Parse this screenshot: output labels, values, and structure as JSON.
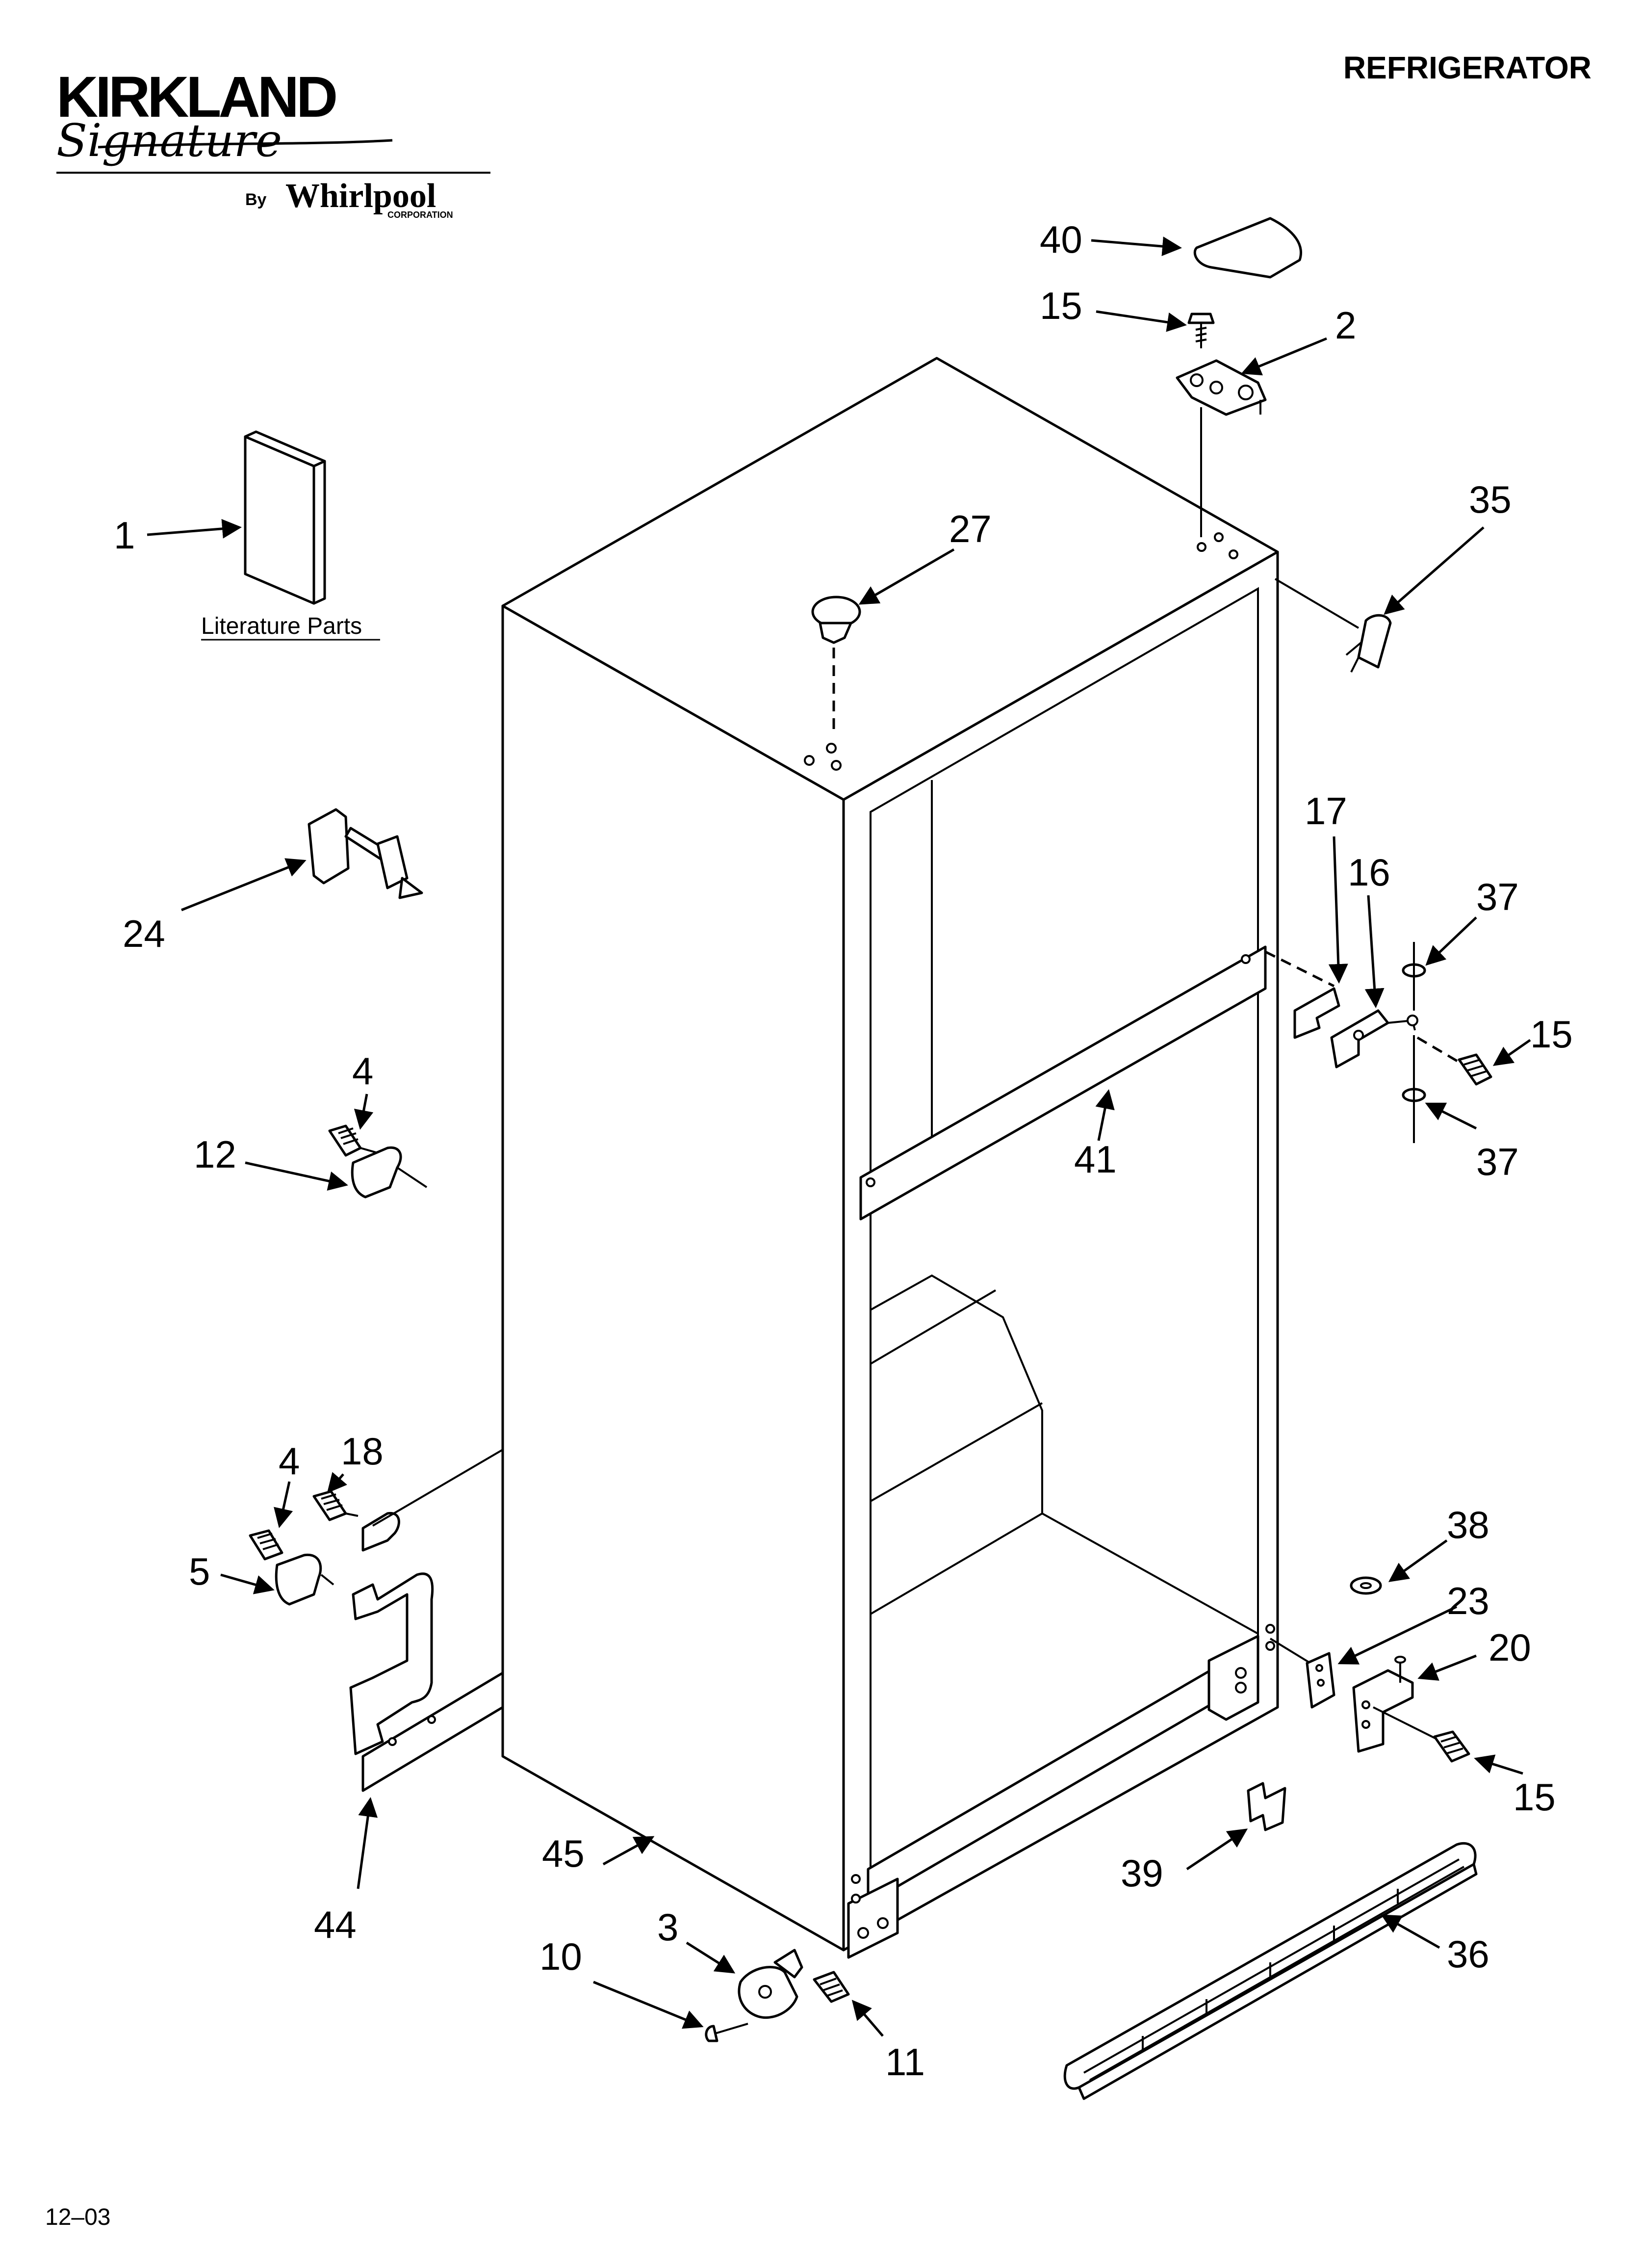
{
  "header": {
    "brand": "KIRKLAND",
    "brand_script": "Signature",
    "by": "By",
    "manufacturer": "Whirlpool",
    "manufacturer_sub": "CORPORATION",
    "title": "REFRIGERATOR"
  },
  "literature_label": "Literature Parts",
  "footer_date": "12–03",
  "callouts": {
    "c1": "1",
    "c2": "2",
    "c3": "3",
    "c4a": "4",
    "c4b": "4",
    "c5": "5",
    "c10": "10",
    "c11": "11",
    "c12": "12",
    "c15a": "15",
    "c15b": "15",
    "c15c": "15",
    "c16": "16",
    "c17": "17",
    "c18": "18",
    "c20": "20",
    "c23": "23",
    "c24": "24",
    "c27": "27",
    "c35": "35",
    "c36": "36",
    "c37a": "37",
    "c37b": "37",
    "c38": "38",
    "c39": "39",
    "c40": "40",
    "c41": "41",
    "c44": "44",
    "c45": "45"
  }
}
